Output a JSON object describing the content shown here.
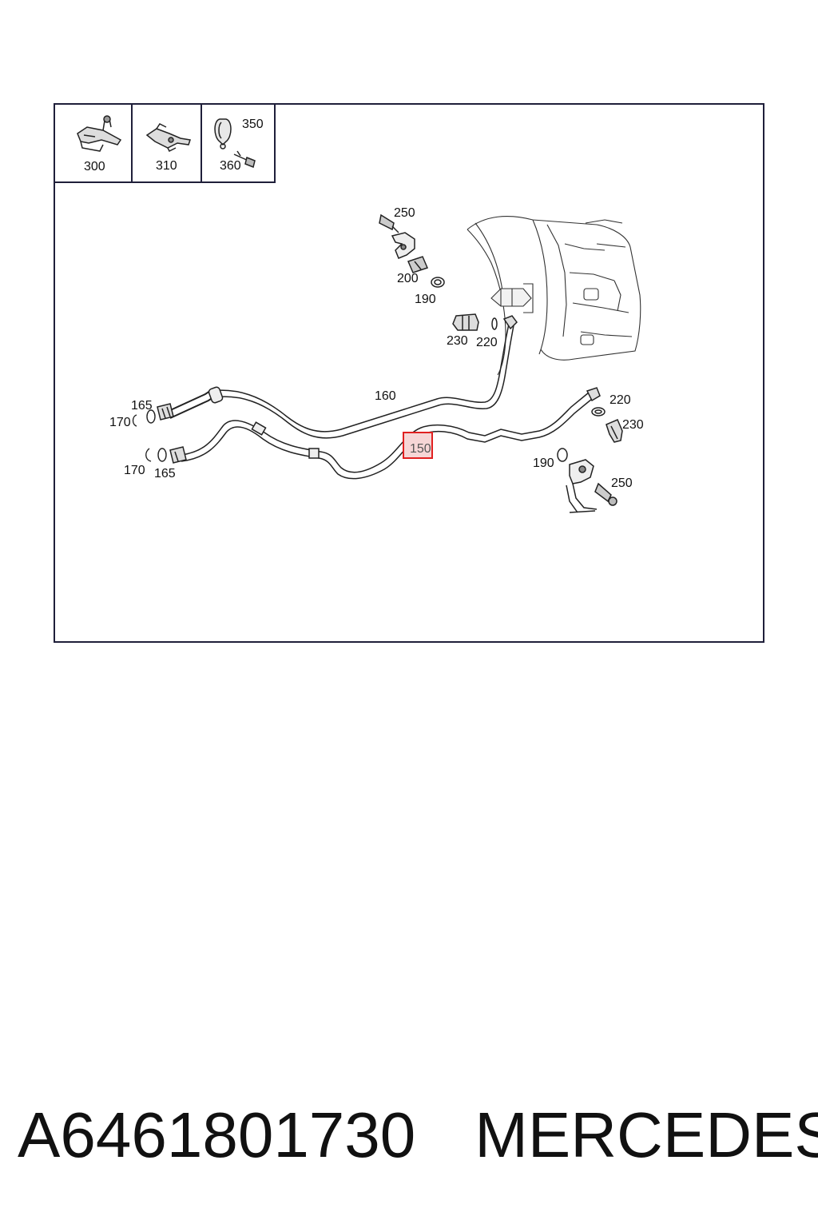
{
  "legend": {
    "items": [
      {
        "number": "300",
        "icon": "bracket-clamp-icon"
      },
      {
        "number": "310",
        "icon": "spring-clip-icon"
      },
      {
        "number_top": "350",
        "number_bottom": "360",
        "icon": "hose-clamp-and-bolt-icon"
      }
    ]
  },
  "callouts": {
    "c250_top": "250",
    "c200": "200",
    "c190_top": "190",
    "c230_top": "230",
    "c220_top": "220",
    "c160": "160",
    "c165_top": "165",
    "c170_top": "170",
    "c170_bottom": "170",
    "c165_bottom": "165",
    "c150": "150",
    "c220_right": "220",
    "c230_right": "230",
    "c190_right": "190",
    "c250_right": "250"
  },
  "highlight": {
    "part": "150",
    "color": "#e02020",
    "fill": "#f6d6d6"
  },
  "footer": {
    "part_number": "A6461801730",
    "brand": "MERCEDES"
  }
}
